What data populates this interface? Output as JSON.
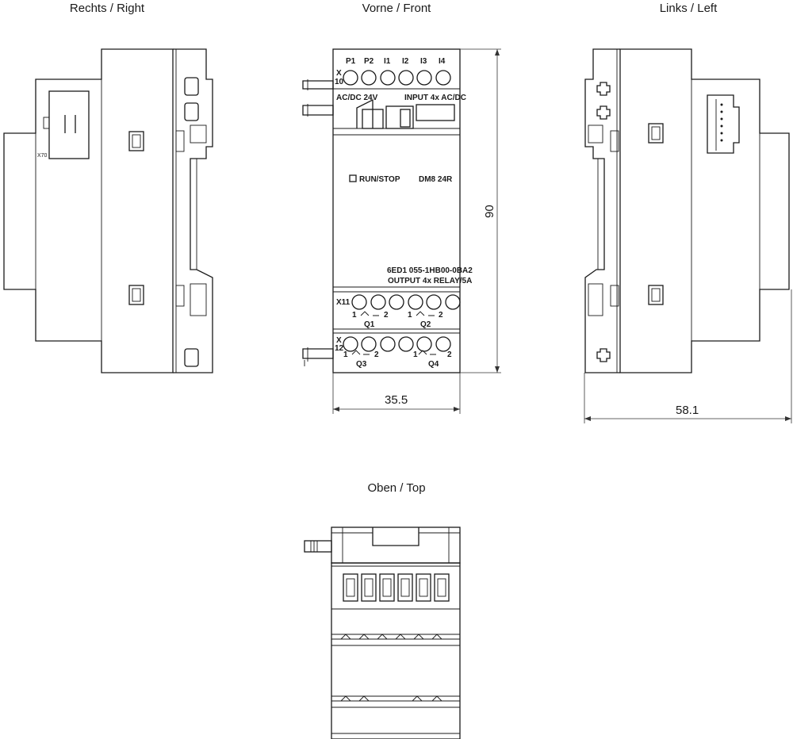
{
  "views": {
    "right": "Rechts / Right",
    "front": "Vorne / Front",
    "left": "Links / Left",
    "top": "Oben / Top"
  },
  "front_labels": {
    "terminals_top": [
      "P1",
      "P2",
      "I1",
      "I2",
      "I3",
      "I4"
    ],
    "x10": "X\n10",
    "supply": "AC/DC 24V",
    "input": "INPUT 4x AC/DC",
    "run_stop": "RUN/STOP",
    "model": "DM8 24R",
    "order_no": "6ED1 055-1HB00-0BA2",
    "output": "OUTPUT 4x RELAY/5A",
    "x11": "X11",
    "x12": "X\n12",
    "q1": "Q1",
    "q2": "Q2",
    "q3": "Q3",
    "q4": "Q4",
    "pin1": "1",
    "pin2": "2"
  },
  "right_labels": {
    "x70": "X70"
  },
  "dimensions": {
    "height": "90",
    "width_front": "35.5",
    "depth": "58.1"
  }
}
